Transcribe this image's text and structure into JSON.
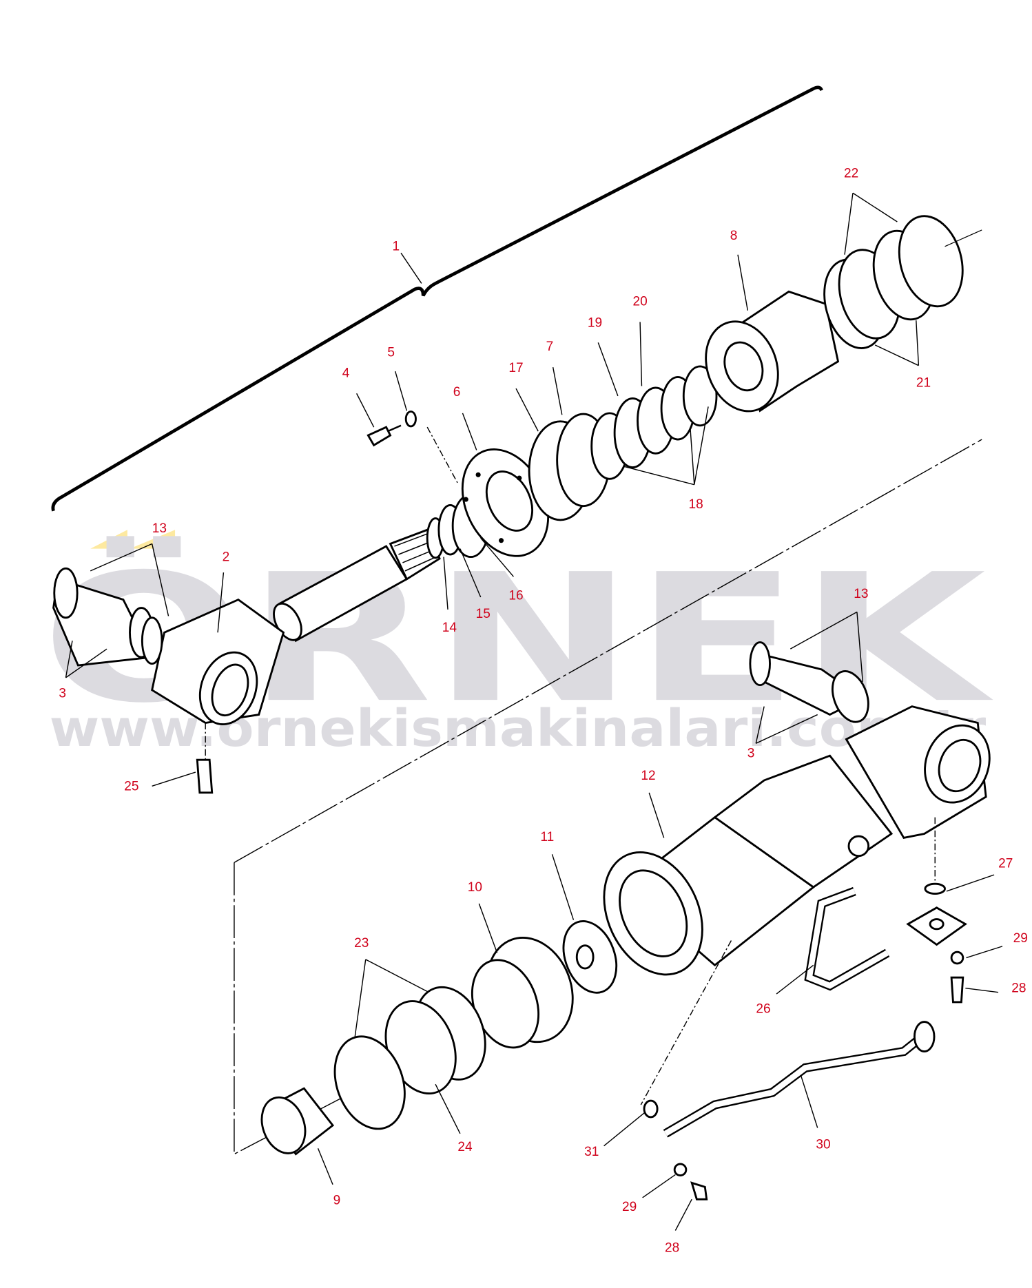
{
  "watermark": {
    "logo": "ÖRNEK",
    "url": "www.ornekismakinalari.com.tr",
    "gray": "#dcdbe0",
    "yellow": "#fde9a0"
  },
  "callouts": [
    "1",
    "22",
    "8",
    "20",
    "19",
    "7",
    "17",
    "5",
    "4",
    "6",
    "21",
    "18",
    "13",
    "2",
    "16",
    "15",
    "14",
    "13",
    "3",
    "3",
    "25",
    "12",
    "11",
    "27",
    "10",
    "23",
    "29",
    "26",
    "28",
    "24",
    "30",
    "31",
    "9",
    "29",
    "28"
  ],
  "colors": {
    "callout": "#d0021b",
    "line": "#000000"
  }
}
